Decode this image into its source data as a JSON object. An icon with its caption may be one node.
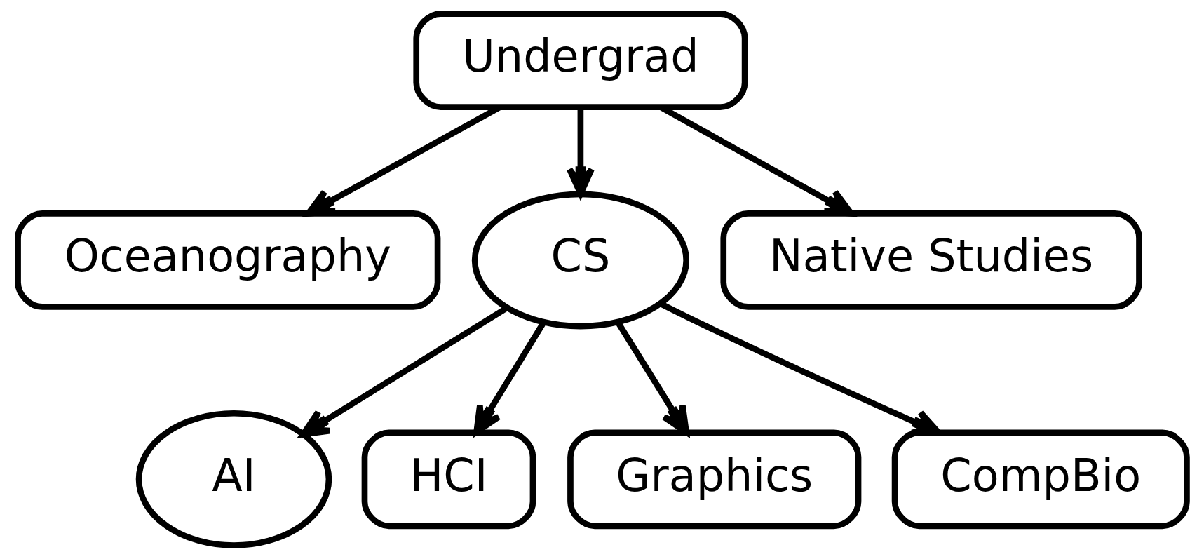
{
  "diagram": {
    "nodes": [
      {
        "text": [
          "Undergrad"
        ]
      },
      {
        "text": [
          "Oceanography"
        ]
      },
      {
        "text": [
          "CS"
        ]
      },
      {
        "text": [
          "Native Studies"
        ]
      },
      {
        "text": [
          "AI"
        ]
      },
      {
        "text": [
          "HCI"
        ]
      },
      {
        "text": [
          "Graphics"
        ]
      },
      {
        "text": [
          "CompBio"
        ]
      }
    ],
    "edges": [
      {
        "from": 0,
        "to": 1,
        "arrow": "to"
      },
      {
        "from": 0,
        "to": 2,
        "arrow": "to"
      },
      {
        "from": 0,
        "to": 3,
        "arrow": "to"
      },
      {
        "from": 2,
        "to": 4,
        "arrow": "to"
      },
      {
        "from": 2,
        "to": 5,
        "arrow": "to"
      },
      {
        "from": 2,
        "to": 6,
        "arrow": "to"
      },
      {
        "from": 2,
        "to": 7,
        "arrow": "to"
      }
    ]
  }
}
